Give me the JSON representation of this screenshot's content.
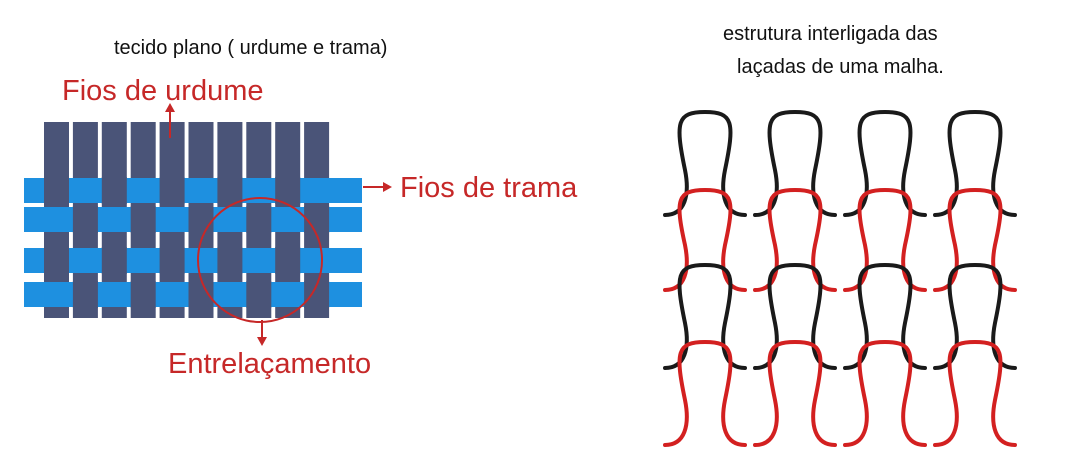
{
  "woven": {
    "title": "tecido plano  ( urdume e trama)",
    "warp_label": "Fios de urdume",
    "weft_label": "Fios de trama",
    "interlace_label": "Entrelaçamento"
  },
  "knit": {
    "title_line1": "estrutura interligada das",
    "title_line2": "laçadas de uma malha."
  },
  "colors": {
    "warp": "#4a5478",
    "weft": "#1e90e0",
    "annotation": "#c62828",
    "knit_black": "#1a1a1a",
    "knit_red": "#d32020"
  }
}
